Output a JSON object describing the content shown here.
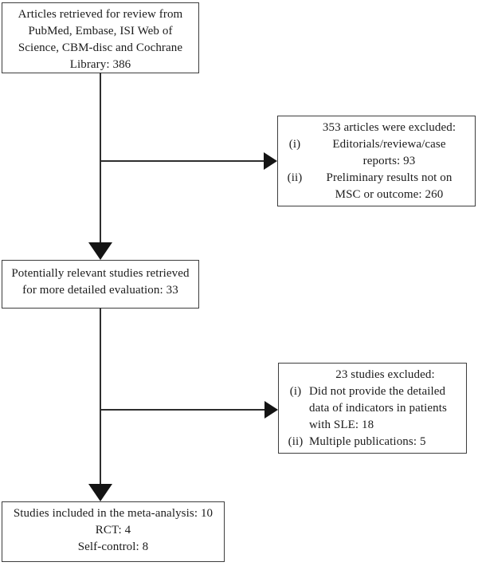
{
  "diagram": {
    "type": "flowchart",
    "background_color": "#ffffff",
    "box_border_color": "#3d3d3d",
    "line_color": "#2e2e2e",
    "arrow_color": "#141414",
    "text_color": "#1b1b1b",
    "boxes": {
      "articles_retrieved": {
        "lines": [
          "Articles retrieved for review from",
          "PubMed, Embase, ISI Web of",
          "Science, CBM-disc and Cochrane",
          "Library: 386"
        ],
        "total": 386
      },
      "excluded_first": {
        "title": "353 articles were excluded:",
        "total_excluded": 353,
        "items": [
          {
            "marker": "(i)",
            "lines": [
              "Editorials/reviewa/case",
              "reports: 93"
            ],
            "count": 93
          },
          {
            "marker": "(ii)",
            "lines": [
              "Preliminary results not on",
              "MSC or outcome: 260"
            ],
            "count": 260
          }
        ]
      },
      "relevant_studies": {
        "lines": [
          "Potentially relevant studies retrieved",
          "for more detailed evaluation: 33"
        ],
        "total": 33
      },
      "excluded_second": {
        "title": "23 studies excluded:",
        "total_excluded": 23,
        "items": [
          {
            "marker": "(i)",
            "lines": [
              "Did not provide the detailed",
              "data of indicators in patients",
              "with SLE: 18"
            ],
            "count": 18
          },
          {
            "marker": "(ii)",
            "lines": [
              "Multiple publications: 5"
            ],
            "count": 5
          }
        ]
      },
      "included_studies": {
        "lines": [
          "Studies included in the meta-analysis: 10",
          "RCT: 4",
          "Self-control: 8"
        ],
        "total": 10,
        "rct": 4,
        "self_control": 8
      }
    }
  }
}
